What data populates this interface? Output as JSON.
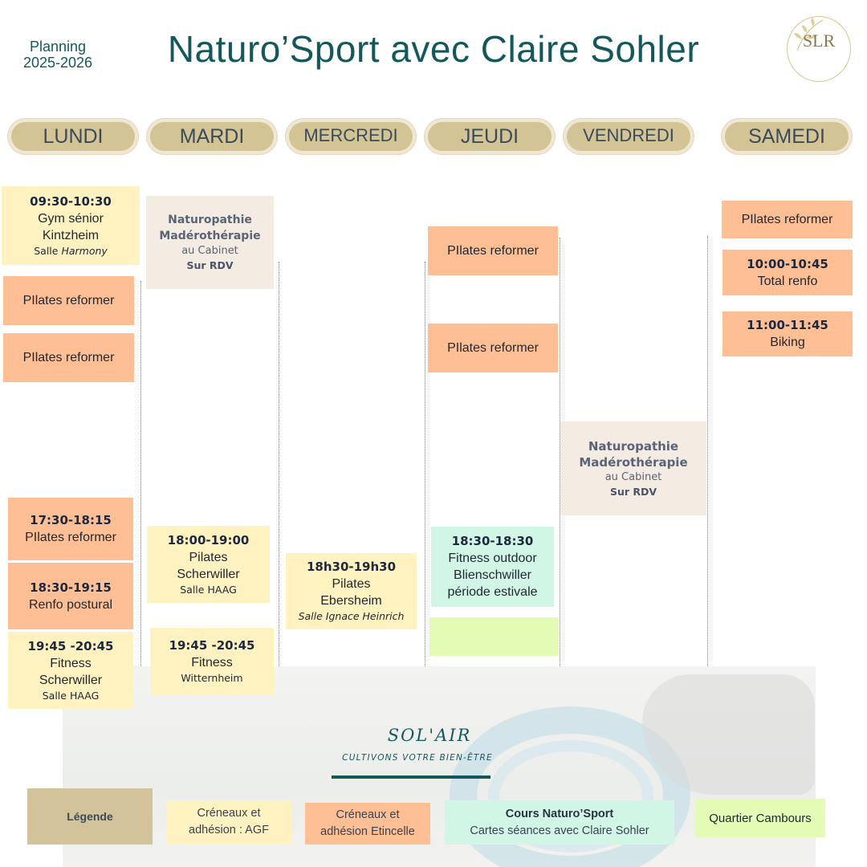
{
  "header": {
    "planning_label": "Planning",
    "planning_years": "2025-2026",
    "title": "Naturo’Sport avec Claire Sohler",
    "logo_text": "SLR"
  },
  "days": [
    "LUNDI",
    "MARDI",
    "MERCREDI",
    "JEUDI",
    "VENDREDI",
    "SAMEDI"
  ],
  "lundi": {
    "gym": {
      "time": "09:30-10:30",
      "l1": "Gym sénior",
      "l2": "Kintzheim",
      "room_prefix": "Salle ",
      "room_name": "Harmony"
    },
    "pilates1": "PIlates reformer",
    "pilates2": "PIlates reformer",
    "evening1": {
      "time": "17:30-18:15",
      "l1": "PIlates reformer"
    },
    "evening2": {
      "time": "18:30-19:15",
      "l1": "Renfo postural"
    },
    "evening3": {
      "time": "19:45 -20:45",
      "l1": "Fitness",
      "l2": "Scherwiller",
      "room": "Salle HAAG"
    }
  },
  "mardi": {
    "naturo": {
      "t1": "Naturopathie",
      "t2": "Madérothérapie",
      "sub": "au Cabinet",
      "rdv": "Sur RDV"
    },
    "evening1": {
      "time": "18:00-19:00",
      "l1": "Pilates",
      "l2": "Scherwiller",
      "room": "Salle HAAG"
    },
    "evening2": {
      "time": "19:45 -20:45",
      "l1": "Fitness",
      "room": "Witternheim"
    }
  },
  "mercredi": {
    "evening1": {
      "time": "18h30-19h30",
      "l1": "Pilates",
      "l2": "Ebersheim",
      "room": "Salle Ignace Heinrich"
    }
  },
  "jeudi": {
    "pilates1": "PIlates reformer",
    "pilates2": "PIlates reformer",
    "evening1": {
      "time": "18:30-18:30",
      "l1": "Fitness outdoor",
      "l2": "Blienschwiller",
      "l3": "période estivale"
    }
  },
  "vendredi": {
    "naturo": {
      "t1": "Naturopathie",
      "t2": "Madérothérapie",
      "sub": "au Cabinet",
      "rdv": "Sur RDV"
    }
  },
  "samedi": {
    "pilates1": "PIlates reformer",
    "renfo": {
      "time": "10:00-10:45",
      "l1": "Total renfo"
    },
    "biking": {
      "time": "11:00-11:45",
      "l1": "Biking"
    }
  },
  "brand": {
    "name": "SOL'AIR",
    "tagline": "CULTIVONS VOTRE BIEN-ÊTRE"
  },
  "legend": {
    "title": "Légende",
    "agf_l1": "Créneaux  et",
    "agf_l2": "adhésion :  AGF",
    "etincelle_l1": "Créneaux  et",
    "etincelle_l2": "adhésion Etincelle",
    "naturo_l1": "Cours Naturo’Sport",
    "naturo_l2": "Cartes séances  avec Claire Sohler",
    "cambours": "Quartier Cambours"
  },
  "colors": {
    "accent": "#14585c",
    "day_pill": "#d3c495",
    "agf": "#fff2c1",
    "etincelle": "#ffbf95",
    "naturo": "#d2f6e6",
    "cambours": "#e4fbb6",
    "cabinet": "#f4ebe3"
  }
}
